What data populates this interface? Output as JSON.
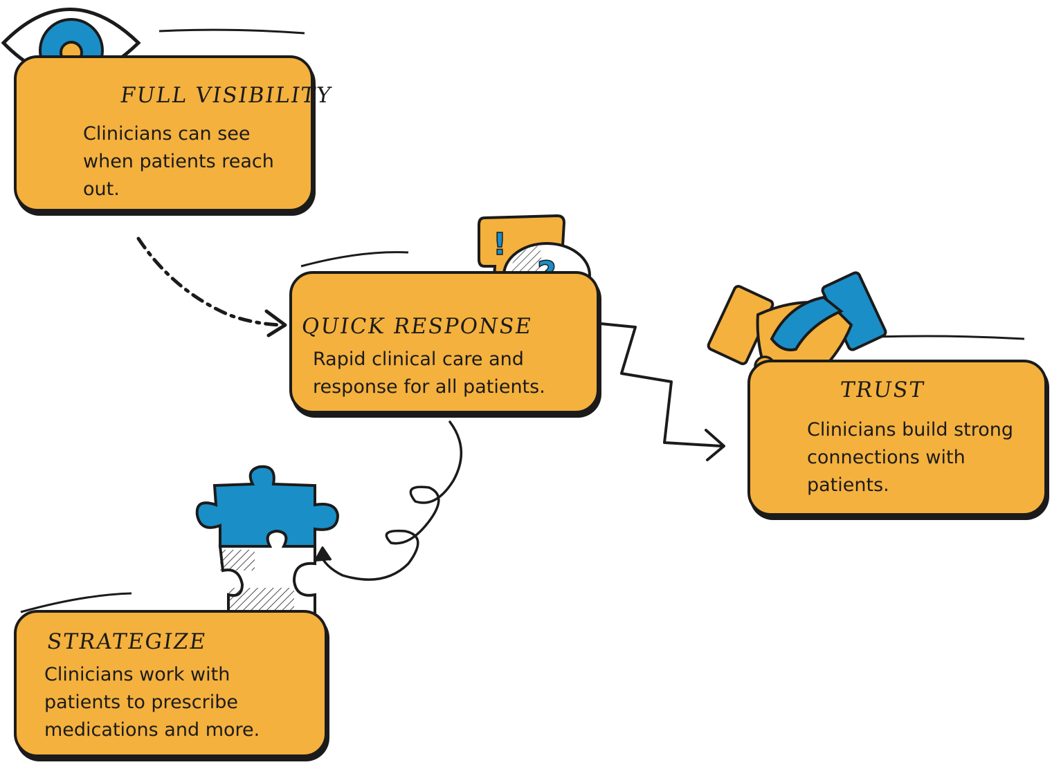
{
  "colors": {
    "card_fill": "#f4b13e",
    "accent_blue": "#1a8ec7",
    "ink": "#1b1b1b",
    "background": "#ffffff"
  },
  "steps": [
    {
      "title": "FULL VISIBILITY",
      "lines": [
        "Clinicians can see",
        "when patients reach",
        "out."
      ],
      "icon": "eye-icon"
    },
    {
      "title": "QUICK RESPONSE",
      "lines": [
        "Rapid clinical care and",
        "response for all patients."
      ],
      "icon": "speech-bubbles-icon",
      "bubble_symbols": [
        "!",
        "?"
      ]
    },
    {
      "title": "TRUST",
      "lines": [
        "Clinicians build strong",
        "connections with",
        "patients."
      ],
      "icon": "handshake-icon"
    },
    {
      "title": "STRATEGIZE",
      "lines": [
        "Clinicians work with",
        "patients to prescribe",
        "medications and more."
      ],
      "icon": "puzzle-icon"
    }
  ],
  "connectors": [
    {
      "from": "FULL VISIBILITY",
      "to": "QUICK RESPONSE",
      "style": "dashed-arrow"
    },
    {
      "from": "QUICK RESPONSE",
      "to": "TRUST",
      "style": "zigzag-arrow"
    },
    {
      "from": "QUICK RESPONSE",
      "to": "STRATEGIZE",
      "style": "loop-arrow"
    }
  ]
}
